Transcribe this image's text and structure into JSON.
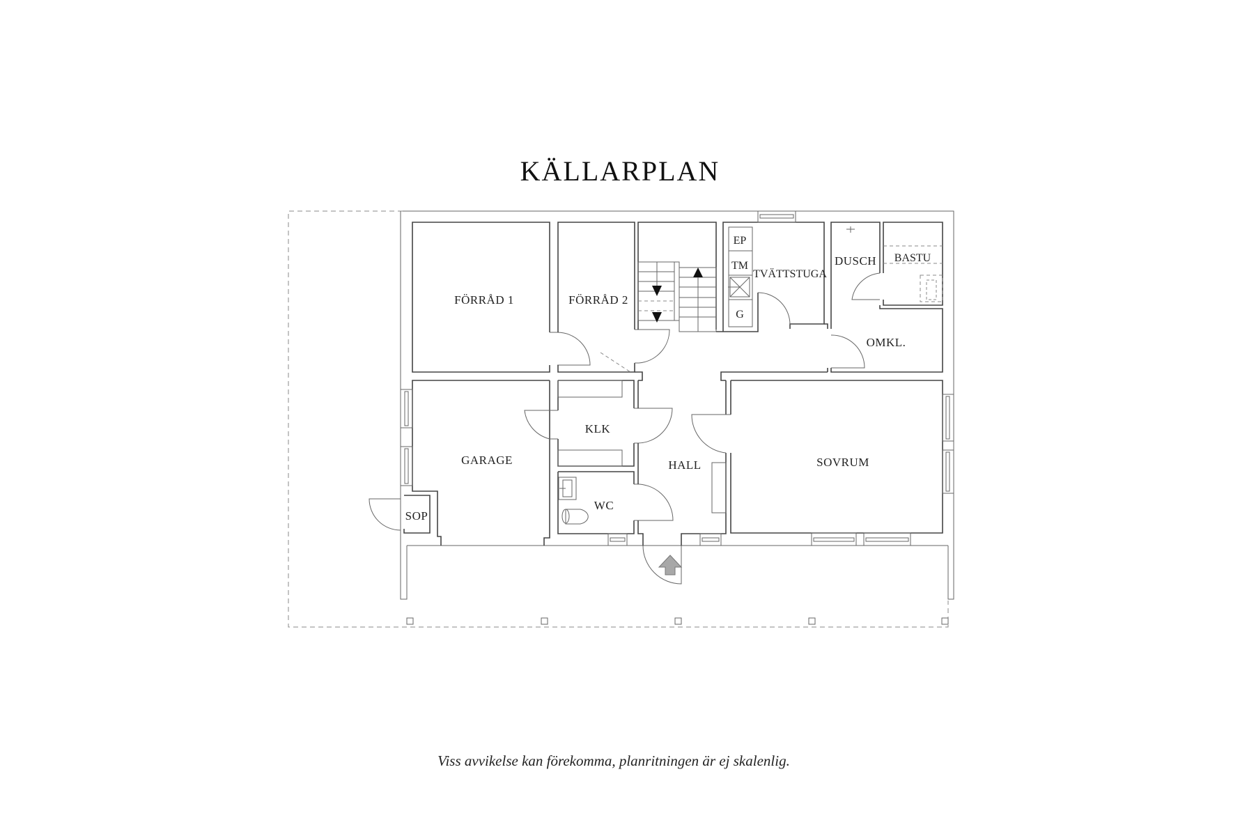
{
  "plan": {
    "title": "KÄLLARPLAN",
    "disclaimer": "Viss avvikelse kan förekomma, planritningen är ej skalenlig."
  },
  "rooms": {
    "forrad1": "FÖRRÅD 1",
    "forrad2": "FÖRRÅD 2",
    "tvattstuga": "TVÄTTSTUGA",
    "dusch": "DUSCH",
    "bastu": "BASTU",
    "omkl": "OMKL.",
    "klk": "KLK",
    "garage": "GARAGE",
    "hall": "HALL",
    "sovrum": "SOVRUM",
    "wc": "WC",
    "sop": "SOP"
  },
  "fixtures": {
    "ep": "EP",
    "tm": "TM",
    "g": "G"
  },
  "icons": {
    "entrance": "entrance-arrow-icon",
    "stairs_down": "stairs-down-arrow-icon",
    "stairs_up": "stairs-up-arrow-icon"
  },
  "colors": {
    "wall": "#444444",
    "background": "#ffffff",
    "entrance_arrow": "#a8a8a8"
  }
}
